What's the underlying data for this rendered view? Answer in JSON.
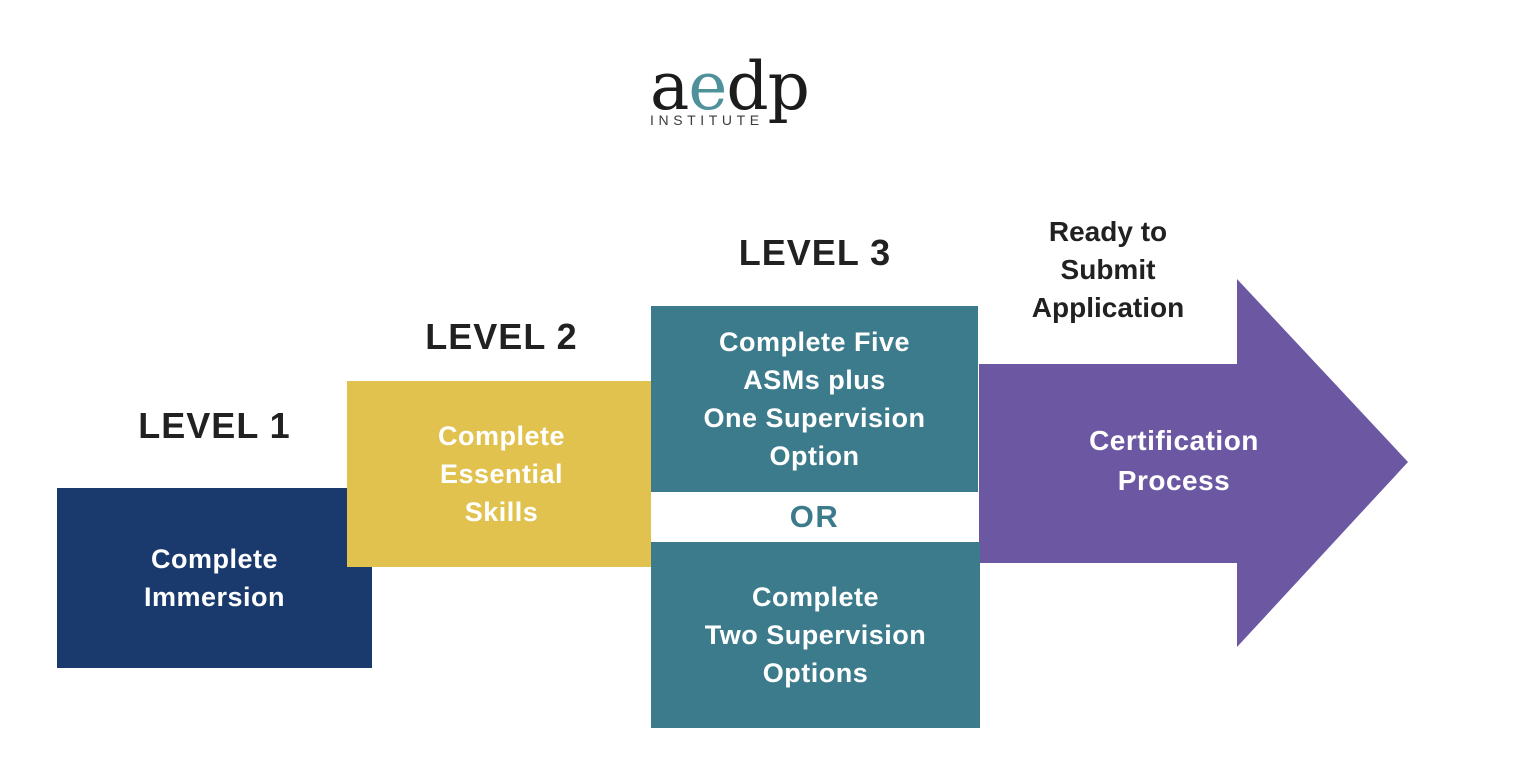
{
  "logo": {
    "part_a": "a",
    "part_e": "e",
    "part_dp": "dp",
    "subtitle": "INSTITUTE"
  },
  "colors": {
    "navy": "#1a3a6d",
    "yellow": "#e1c24f",
    "teal": "#3c7b8b",
    "purple": "#6c57a2",
    "logo_accent_teal": "#4f919b",
    "logo_text": "#1c1c1c",
    "subtitle_text": "#3c3c3c",
    "label_text": "#212121",
    "box_text": "#ffffff"
  },
  "levels": {
    "level1": {
      "label": "LEVEL 1",
      "lines": [
        "Complete",
        "Immersion"
      ]
    },
    "level2": {
      "label": "LEVEL 2",
      "lines": [
        "Complete",
        "Essential",
        "Skills"
      ]
    },
    "level3": {
      "label": "LEVEL 3",
      "option1_lines": [
        "Complete Five",
        "ASMs plus",
        "One Supervision",
        "Option"
      ],
      "or_label": "OR",
      "option2_lines": [
        "Complete",
        "Two Supervision",
        "Options"
      ]
    }
  },
  "arrow": {
    "ready_lines": [
      "Ready to",
      "Submit",
      "Application"
    ],
    "label_lines": [
      "Certification",
      "Process"
    ]
  }
}
